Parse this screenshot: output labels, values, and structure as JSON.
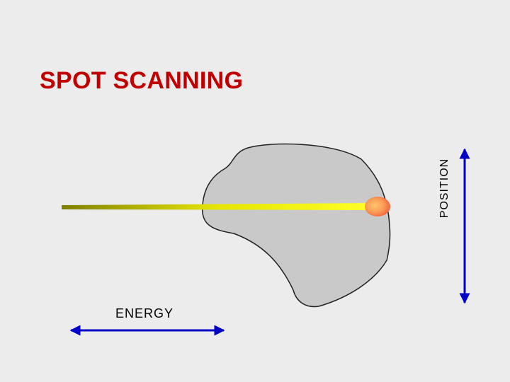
{
  "title": "SPOT SCANNING",
  "labels": {
    "energy": "ENERGY",
    "position": "POSITION"
  },
  "colors": {
    "background": "#ececec",
    "title": "#c00000",
    "arrow": "#0000c8",
    "target_fill": "#c9c9c9",
    "target_outline": "#202020",
    "beam_start": "#7f7f00",
    "beam_end": "#ffff26",
    "spot_core": "#ffc66e",
    "spot_edge": "#f25a3a",
    "label_text": "#000000"
  }
}
